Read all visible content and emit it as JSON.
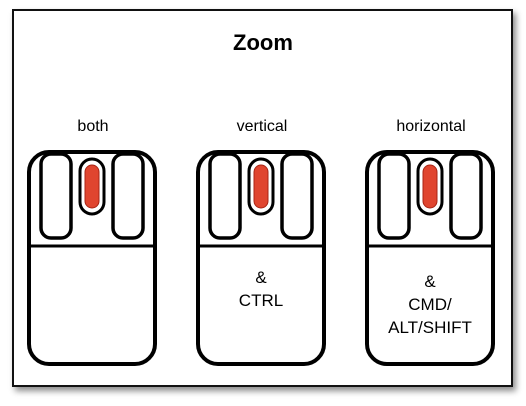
{
  "title": "Zoom",
  "colors": {
    "wheel_fill": "#e0452f",
    "wheel_dark": "#a82414",
    "outline": "#000000",
    "background": "#ffffff"
  },
  "modes": [
    {
      "label": "both",
      "modifier_lines": []
    },
    {
      "label": "vertical",
      "modifier_lines": [
        "&",
        "CTRL"
      ]
    },
    {
      "label": "horizontal",
      "modifier_lines": [
        "&",
        "CMD/",
        "ALT/SHIFT"
      ]
    }
  ]
}
